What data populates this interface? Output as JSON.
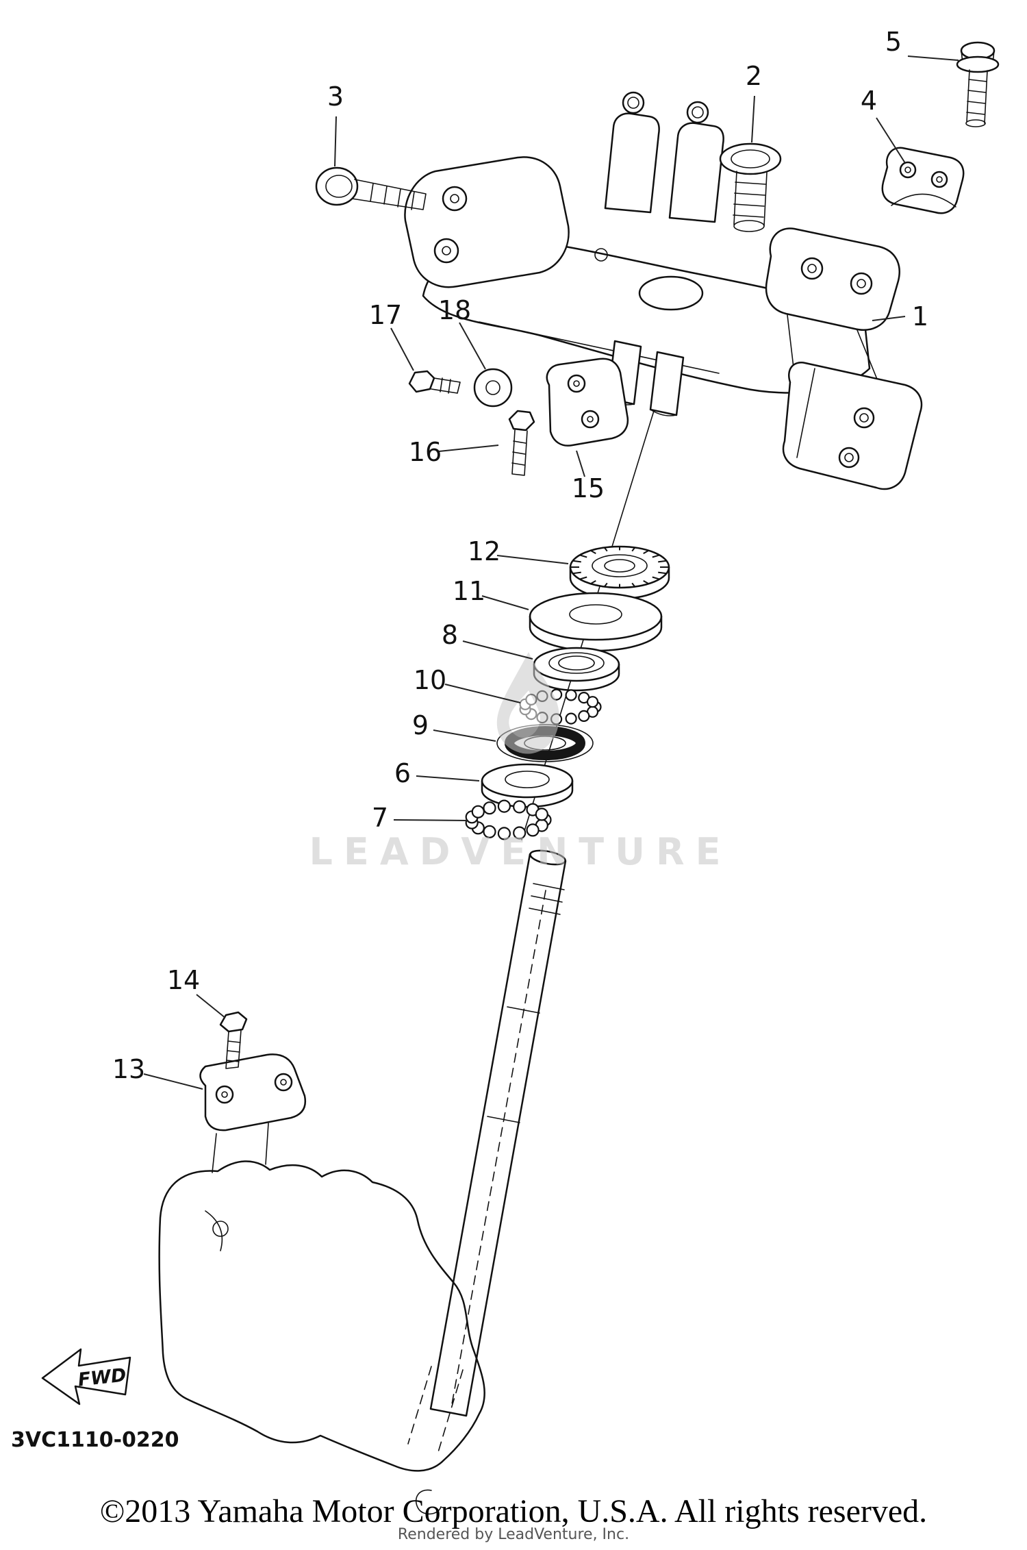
{
  "diagram": {
    "part_code": "3VC1110-0220",
    "fwd_label": "FWD",
    "watermark": "LEADVENTURE",
    "copyright": "©2013 Yamaha Motor Corporation, U.S.A. All rights reserved.",
    "rendered_by": "Rendered by LeadVenture, Inc.",
    "callouts": [
      {
        "label": "1"
      },
      {
        "label": "2"
      },
      {
        "label": "3"
      },
      {
        "label": "4"
      },
      {
        "label": "5"
      },
      {
        "label": "6"
      },
      {
        "label": "7"
      },
      {
        "label": "8"
      },
      {
        "label": "9"
      },
      {
        "label": "10"
      },
      {
        "label": "11"
      },
      {
        "label": "12"
      },
      {
        "label": "13"
      },
      {
        "label": "14"
      },
      {
        "label": "15"
      },
      {
        "label": "16"
      },
      {
        "label": "17"
      },
      {
        "label": "18"
      }
    ]
  }
}
